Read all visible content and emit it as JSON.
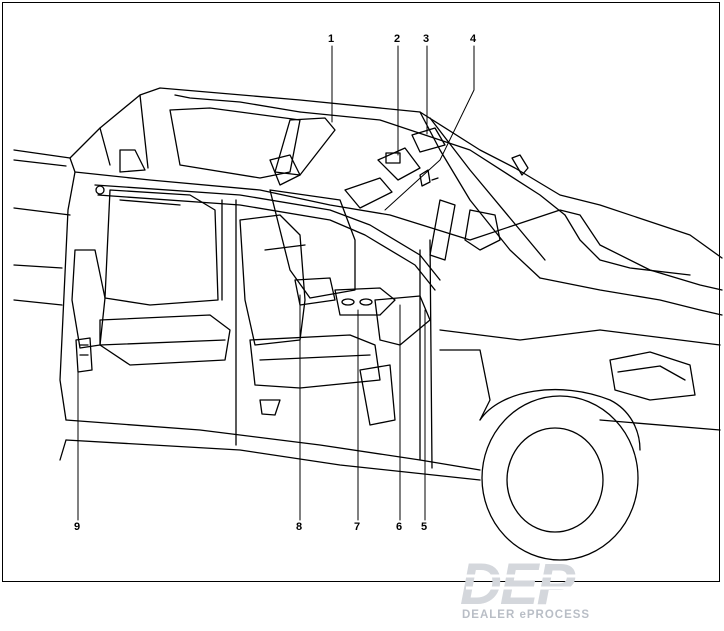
{
  "callouts": [
    {
      "id": "1",
      "label": "1"
    },
    {
      "id": "2",
      "label": "2"
    },
    {
      "id": "3",
      "label": "3"
    },
    {
      "id": "4",
      "label": "4"
    },
    {
      "id": "5",
      "label": "5"
    },
    {
      "id": "6",
      "label": "6"
    },
    {
      "id": "7",
      "label": "7"
    },
    {
      "id": "8",
      "label": "8"
    },
    {
      "id": "9",
      "label": "9"
    }
  ],
  "watermark": {
    "logo_text": "DEP",
    "brand_text": "DEALER ePROCESS",
    "color": "#b9bec6"
  },
  "colors": {
    "line": "#000000",
    "background": "#ffffff"
  }
}
